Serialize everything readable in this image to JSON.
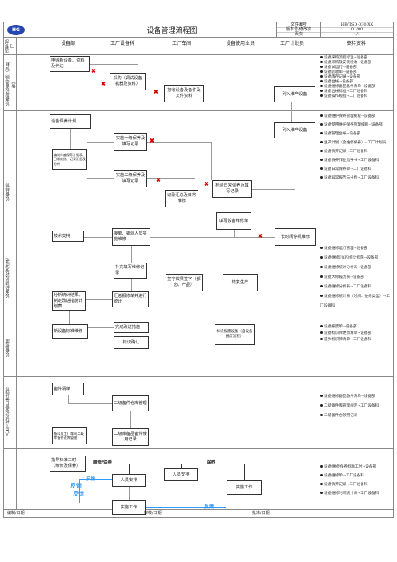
{
  "header": {
    "logo": "HG",
    "title": "设备管理流程图",
    "meta": [
      {
        "label": "文件编号",
        "value": "HB/TSD-030-XX"
      },
      {
        "label": "版本号/修改次",
        "value": "01/00"
      },
      {
        "label": "页次",
        "value": "1/1"
      }
    ]
  },
  "columns": [
    "流程/部门",
    "设备部",
    "工厂设备科",
    "工厂车间",
    "设备使用业员",
    "工厂计划员",
    "支持资料"
  ],
  "sections": [
    "设备部设备申购（含租赁）",
    "设备维修",
    "设备检修及技术改造",
    "设备报废",
    "人员工作及设备日常维修"
  ],
  "boxes": {
    "b1": "申购新设备、资料及传达",
    "b2": "采购（调试设备机器及资料）",
    "b3": "接收设备及备件及文件资料",
    "b4": "列入维产设备",
    "b5": "设备保养计划",
    "b6": "实施一级保养及填写记录",
    "b7": "编制年度保养计划表、日常维修、记录汇总及分析",
    "b8": "实施二级保养及填写记录",
    "b9": "列入维产设备",
    "b10": "检验日常保养及填写记录",
    "b11": "记录汇总及日常维修",
    "b12": "填写设备维修单",
    "b13": "技术支持",
    "b14": "接单、委派人员实施维修",
    "b15": "长时间停机维修",
    "b16": "补充填写维修记录",
    "b17": "签字效果签字（部态、产品）",
    "b18": "恢复生产",
    "b19": "分析统计结果、制定改进措施计划表",
    "b20": "汇总报修单并进行统计",
    "b21": "完成改进措施",
    "b22": "新设备标准维修",
    "b23": "标识确认",
    "b24": "标识报废设备（自设备报废流程）",
    "b25": "备件清单",
    "b26": "二级备件仓库管理",
    "b27": "备料及工厂车间二级库备件进库管理",
    "b28": "二级库备品备件使用记录",
    "b29": "指导标准工时（维修及保养）",
    "b30": "人员安排",
    "b31": "实施工作",
    "b32": "人员安排",
    "b33": "实施工作"
  },
  "arrow_labels": {
    "maintain": "维修/保养",
    "maintain2": "保养",
    "feedback1": "反馈",
    "feedback2": "反馈",
    "feedback3": "反馈",
    "feedback4": "反馈"
  },
  "info": {
    "s1": [
      "设备采购流程标准→设备部",
      "设备采购及安装验收→设备部",
      "设备试运行→设备部",
      "设备验收单→设备部",
      "设备库存记录→设备部",
      "设备台帐→设备部",
      "设备维修备品备件清单→设备部",
      "设备台帐标准→工厂设备科",
      "设备操作规程→工厂设备科"
    ],
    "s2a": [
      "设备维护保养管理规程→设备部",
      "设备使用维护保养管理细则→设备部",
      "设备管理台帐→设备部",
      "生产计划（含维修保养）→工厂计划员",
      "设备保养记录→工厂设备科",
      "设备保养作业指导书→工厂设备科",
      "设备日常保养单→工厂设备科",
      "设备异常报告与分析→工厂设备科"
    ],
    "s2b": [
      "设备维修运行管理→设备部",
      "设备维修TOP3统计措施→设备部",
      "设备维修统计分析表→设备部",
      "设备大修履历表→设备部",
      "设备维修分析表→工厂设备科",
      "设备维修统计表（时间、维修类型）→工厂设备科"
    ],
    "s3": [
      "设备报废单→设备部",
      "设备标识牌更新清单→设备部",
      "遗失标识牌清单→工厂设备科"
    ],
    "s4": [
      "设备维修备品备件清单→设备部",
      "二级备件库管理规定→工厂设备科",
      "二级备件仓领用记录"
    ],
    "s5": [
      "设备维修/保养标准工时→设备部",
      "设备维修单→工厂设备科",
      "设备保养记录→工厂设备科",
      "设备维修时间统计表→工厂设备科"
    ]
  },
  "footer": {
    "prepared": "编制/日期",
    "reviewed": "审核/日期",
    "approved": "批准/日期"
  }
}
